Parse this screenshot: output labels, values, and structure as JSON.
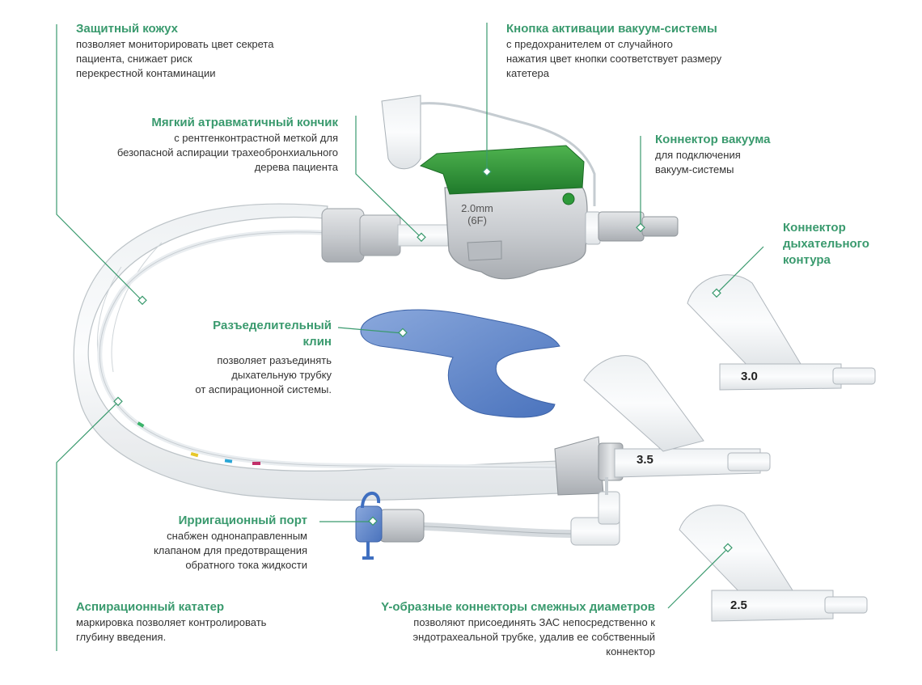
{
  "labels": {
    "sheath": {
      "title": "Защитный кожух",
      "desc": "позволяет мониторировать цвет секрета\nпациента, снижает риск\nперекрестной контаминации"
    },
    "vacuum_button": {
      "title": "Кнопка активации вакуум-системы",
      "desc": "с предохранителем от случайного\nнажатия цвет кнопки соответствует размеру\nкатетера"
    },
    "soft_tip": {
      "title": "Мягкий атравматичный кончик",
      "desc": "с рентгенконтрастной меткой для\nбезопасной аспирации трахеобронхиального\nдерева пациента"
    },
    "vacuum_connector": {
      "title": "Коннектор вакуума",
      "desc": "для подключения\nвакуум-системы"
    },
    "breathing_connector": {
      "title": "Коннектор\nдыхательного\nконтура"
    },
    "wedge": {
      "title": "Разъеделительный\nклин",
      "desc": "позволяет разъединять\nдыхательную трубку\nот аспирационной системы."
    },
    "irrigation_port": {
      "title": "Ирригационный порт",
      "desc": "снабжен однонаправленным\nклапаном для предотвращения\nобратного тока жидкости"
    },
    "catheter": {
      "title": "Аспирационный кататер",
      "desc": "маркировка позволяет контролировать\nглубину введения."
    },
    "y_connectors": {
      "title": "Y-образные коннекторы смежных диаметров",
      "desc": "позволяют присоединять ЗАС непосредственно к\nэндотрахеальной трубке, удалив ее собственный\nконнектор"
    }
  },
  "device_label": "2.0mm\n(6F)",
  "connector_sizes": [
    "3.0",
    "3.5",
    "2.5"
  ],
  "colors": {
    "accent": "#3a9a6e",
    "button_green": "#2e9a3a",
    "wedge_blue": "#5b84c8",
    "port_blue": "#3f6fc0",
    "body_gray": "#d4d6d8"
  }
}
